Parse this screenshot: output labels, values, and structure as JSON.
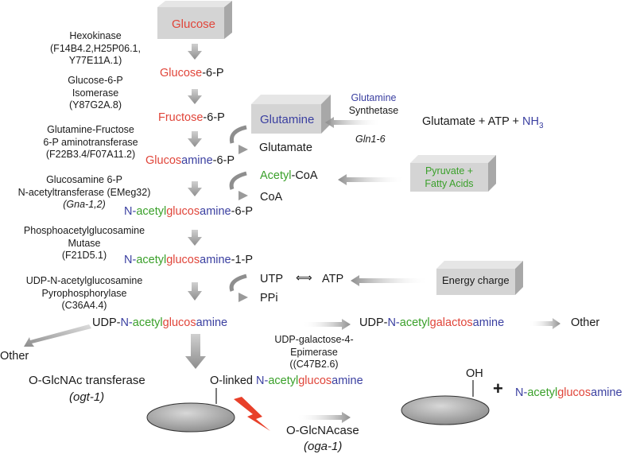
{
  "colors": {
    "sugar_red": "#e0453a",
    "amine_blue": "#3a3fa0",
    "acetyl_green": "#3aa02a",
    "arrow_gray": "#9a9a9a",
    "box_gray": "#d4d4d4",
    "ellipse_gray": "#9c9c9c",
    "bolt_red": "#e8402a"
  },
  "boxes": {
    "glucose": "Glucose",
    "glutamine": "Glutamine",
    "pyruvate_line1": "Pyruvate +",
    "pyruvate_line2": "Fatty Acids",
    "energy": "Energy charge"
  },
  "metabolites": {
    "g6p": [
      "Glucose",
      "-6-P"
    ],
    "f6p": [
      "Fructose",
      "-6-P"
    ],
    "glcn6p": [
      "Glucos",
      "amine",
      "-6-P"
    ],
    "glcnac6p": [
      "N-",
      "acetyl",
      "glucos",
      "amine",
      "-6-P"
    ],
    "glcnac1p": [
      "N-",
      "acetyl",
      "glucos",
      "amine",
      "-1-P"
    ],
    "udp_glcnac": [
      "UDP-",
      "N-",
      "acetyl",
      "glucos",
      "amine"
    ],
    "udp_galnac": [
      "UDP-",
      "N-",
      "acetyl",
      "galactos",
      "amine"
    ],
    "glutamate": "Glutamate",
    "acetyl_coa": [
      "Acetyl",
      "-CoA"
    ],
    "coa": "CoA",
    "utp": "UTP",
    "atp": "ATP",
    "exchange": "⟺",
    "ppi": "PPi",
    "other_right": "Other",
    "other_left": "Other",
    "glutamate_atp": "Glutamate + ATP + ",
    "nh3": "NH",
    "nh3_sub": "3",
    "o_linked": "O-linked ",
    "o_linked_name": [
      "N-",
      "acetyl",
      "glucos",
      "amine"
    ],
    "free_name": [
      "N-",
      "acetyl",
      "glucos",
      "amine"
    ],
    "oh": "OH",
    "plus": "+"
  },
  "enzymes": {
    "hexokinase": [
      "Hexokinase",
      "(F14B4.2,H25P06.1,",
      "Y77E11A.1)"
    ],
    "g6p_isomerase": [
      "Glucose-6-P",
      "Isomerase",
      "(Y87G2A.8)"
    ],
    "gfat": [
      "Glutamine-Fructose",
      "6-P aminotransferase",
      "(F22B3.4/F07A11.2)"
    ],
    "gna": [
      "Glucosamine 6-P",
      "N-acetyltransferase (EMeg32)",
      "(Gna-1,2)"
    ],
    "pgm": [
      "Phosphoacetylglucosamine",
      "Mutase",
      "(F21D5.1)"
    ],
    "uap": [
      "UDP-N-acetylglucosamine",
      "Pyrophosphorylase",
      "(C36A4.4)"
    ],
    "epimerase": [
      "UDP-galactose-4-",
      "Epimerase",
      "((C47B2.6)"
    ],
    "gs_glutamine": "Glutamine",
    "gs_synthetase": "Synthetase",
    "gs_gene": "Gln1-6",
    "ogt": "O-GlcNAc transferase",
    "ogt_gene": "(ogt-1)",
    "oga": "O-GlcNAcase",
    "oga_gene": "(oga-1)"
  }
}
